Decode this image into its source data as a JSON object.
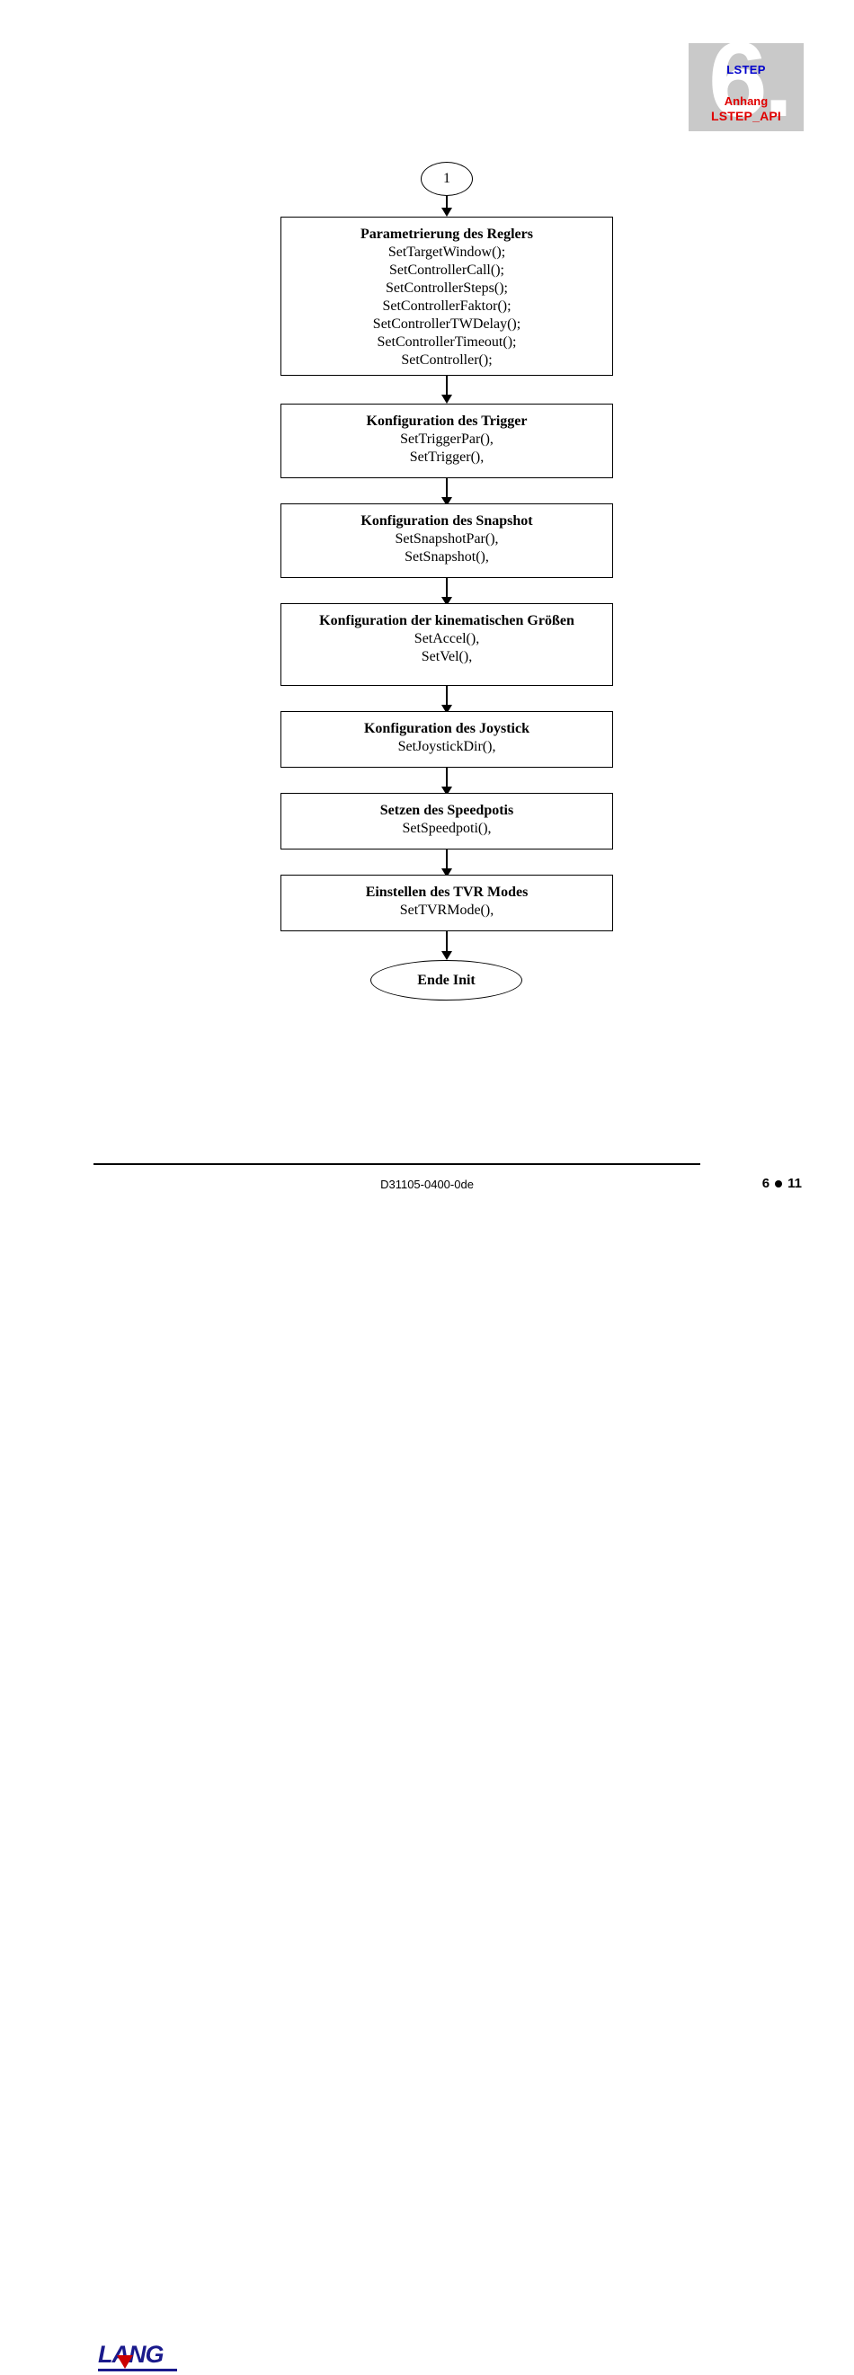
{
  "header": {
    "watermark": "6.",
    "product": "LSTEP",
    "section_label": "Anhang",
    "section_name": "LSTEP_API"
  },
  "flowchart": {
    "start_connector": "1",
    "end_node": "Ende Init",
    "boxes": [
      {
        "title": "Parametrierung des Reglers",
        "lines": [
          "SetTargetWindow();",
          "SetControllerCall();",
          "SetControllerSteps();",
          "SetControllerFaktor();",
          "SetControllerTWDelay();",
          "SetControllerTimeout();",
          "SetController();"
        ]
      },
      {
        "title": "Konfiguration des Trigger",
        "lines": [
          "SetTriggerPar(),",
          "SetTrigger(),"
        ]
      },
      {
        "title": "Konfiguration des Snapshot",
        "lines": [
          "SetSnapshotPar(),",
          "SetSnapshot(),"
        ]
      },
      {
        "title": "Konfiguration der kinematischen Größen",
        "lines": [
          "SetAccel(),",
          "SetVel(),"
        ]
      },
      {
        "title": "Konfiguration des Joystick",
        "lines": [
          "SetJoystickDir(),"
        ]
      },
      {
        "title": "Setzen des Speedpotis",
        "lines": [
          "SetSpeedpoti(),"
        ]
      },
      {
        "title": "Einstellen des TVR Modes",
        "lines": [
          "SetTVRMode(),"
        ]
      }
    ]
  },
  "footer": {
    "document_id": "D31105-0400-0de",
    "chapter": "6",
    "page": "11",
    "logo_text": "LANG"
  },
  "colors": {
    "badge_background": "#c9c9c9",
    "product_blue": "#0000cc",
    "section_red": "#e00000",
    "logo_blue": "#1a1a8c",
    "logo_red": "#cc0000"
  }
}
